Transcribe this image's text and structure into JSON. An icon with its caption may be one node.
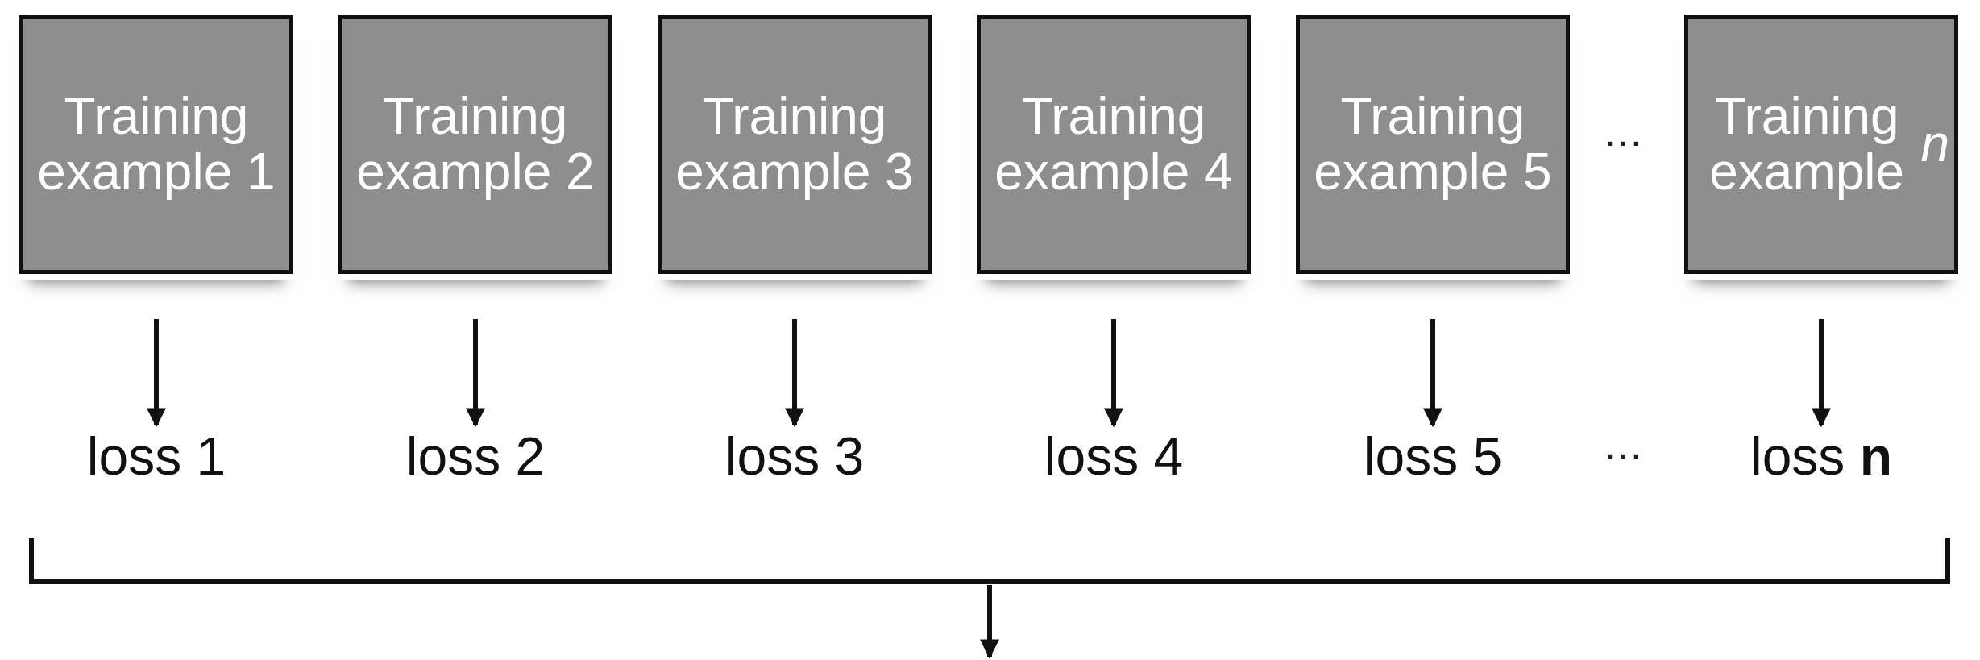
{
  "diagram": {
    "nodes": [
      {
        "text": [
          "Training example 1"
        ]
      },
      {
        "text": [
          "Training example 2"
        ]
      },
      {
        "text": [
          "Training example 3"
        ]
      },
      {
        "text": [
          "Training example 4"
        ]
      },
      {
        "text": [
          "Training example 5"
        ]
      },
      {
        "text": [
          "Training example *n*"
        ]
      },
      {
        "text": [
          "loss 1"
        ]
      },
      {
        "text": [
          "loss 2"
        ]
      },
      {
        "text": [
          "loss 3"
        ]
      },
      {
        "text": [
          "loss 4"
        ]
      },
      {
        "text": [
          "loss 5"
        ]
      },
      {
        "text": [
          "loss **n**"
        ]
      },
      {
        "text": [],
        "shape": "bracket"
      }
    ],
    "edges": [
      {
        "from": 0,
        "to": 6,
        "arrow": "to"
      },
      {
        "from": 1,
        "to": 7,
        "arrow": "to"
      },
      {
        "from": 2,
        "to": 8,
        "arrow": "to"
      },
      {
        "from": 3,
        "to": 9,
        "arrow": "to"
      },
      {
        "from": 4,
        "to": 10,
        "arrow": "to"
      },
      {
        "from": 5,
        "to": 11,
        "arrow": "to"
      },
      {
        "from": 12,
        "to": null,
        "arrow": "to"
      }
    ],
    "labels": [
      "···",
      "···"
    ]
  }
}
